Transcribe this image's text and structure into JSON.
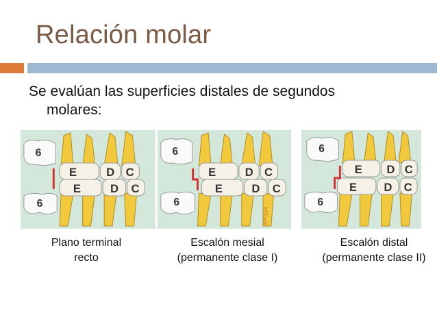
{
  "slide": {
    "title": "Relación molar",
    "body_line1": "Se evalúan las superficies distales de segundos",
    "body_line2": "molares:"
  },
  "colors": {
    "title": "#7a5a45",
    "accent_orange": "#e07a3b",
    "accent_blue": "#9eb9cf",
    "panel_background": "#d3e7da",
    "tooth": "#f2c93c",
    "plane_mark": "#d03030"
  },
  "diagrams": [
    {
      "upper_molar": "6",
      "lower_molar": "6",
      "upper_teeth": [
        "E",
        "D",
        "C"
      ],
      "lower_teeth": [
        "E",
        "D",
        "C"
      ],
      "caption": "Plano terminal recto"
    },
    {
      "upper_molar": "6",
      "lower_molar": "6",
      "upper_teeth": [
        "E",
        "D",
        "C"
      ],
      "lower_teeth": [
        "E",
        "D",
        "C"
      ],
      "watermark": "MTorre",
      "caption": "Escalón mesial (permanente clase I)"
    },
    {
      "upper_molar": "6",
      "lower_molar": "6",
      "upper_teeth": [
        "E",
        "D",
        "C"
      ],
      "lower_teeth": [
        "E",
        "D",
        "C"
      ],
      "caption": "Escalón distal (permanente clase II)"
    }
  ]
}
